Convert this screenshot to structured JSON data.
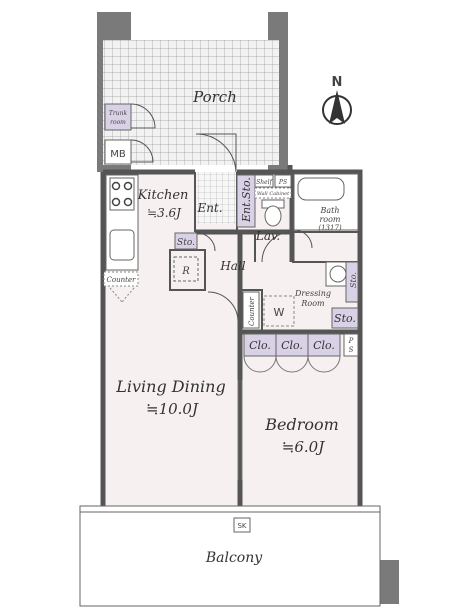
{
  "compass": {
    "north_label": "N"
  },
  "rooms": {
    "porch": "Porch",
    "trunk_room": [
      "Trunk",
      "room"
    ],
    "mb": "MB",
    "kitchen": "Kitchen",
    "kitchen_area": "≒3.6J",
    "entrance": "Ent.",
    "entrance_storage": "Ent.Sto.",
    "shelf": "Shelf",
    "ps_top": "PS",
    "wall_cabinet": "Wall Cabinet",
    "bath_room": [
      "Bath",
      "room",
      "(1317)"
    ],
    "lavatory": "Lav.",
    "storage_hall": "Sto.",
    "refrigerator": "R",
    "hall": "Hall",
    "counter_kitchen": "Counter",
    "counter_hall": "Counter",
    "dressing_room": [
      "Dressing",
      "Room"
    ],
    "washer": "W",
    "storage_lav": "Sto.",
    "storage_dressing": "Sto.",
    "closets": [
      "Clo.",
      "Clo.",
      "Clo."
    ],
    "ps_bedroom": [
      "P",
      "S"
    ],
    "living_dining": "Living Dining",
    "living_dining_area": "≒10.0J",
    "bedroom": "Bedroom",
    "bedroom_area": "≒6.0J",
    "sk": "SK",
    "balcony": "Balcony"
  }
}
